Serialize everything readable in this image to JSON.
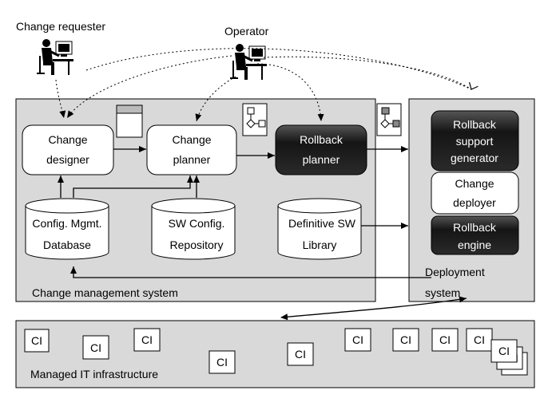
{
  "actors": {
    "change_requester": "Change requester",
    "operator": "Operator"
  },
  "containers": {
    "change_management_system": "Change management system",
    "deployment_system": [
      "Deployment",
      "system"
    ],
    "managed_it_infrastructure": "Managed IT infrastructure"
  },
  "components": {
    "change_designer": [
      "Change",
      "designer"
    ],
    "change_planner": [
      "Change",
      "planner"
    ],
    "rollback_planner": [
      "Rollback",
      "planner"
    ],
    "config_mgmt_database": [
      "Config. Mgmt.",
      "Database"
    ],
    "sw_config_repository": [
      "SW Config.",
      "Repository"
    ],
    "definitive_sw_library": [
      "Definitive SW",
      "Library"
    ],
    "rollback_support_generator": [
      "Rollback",
      "support",
      "generator"
    ],
    "change_deployer": [
      "Change",
      "deployer"
    ],
    "rollback_engine": [
      "Rollback",
      "engine"
    ]
  },
  "ci_label": "CI",
  "colors": {
    "container_fill": "#d9d9d9",
    "dark_component": "#1a1a1a",
    "light_component": "#ffffff",
    "stroke": "#000000"
  }
}
